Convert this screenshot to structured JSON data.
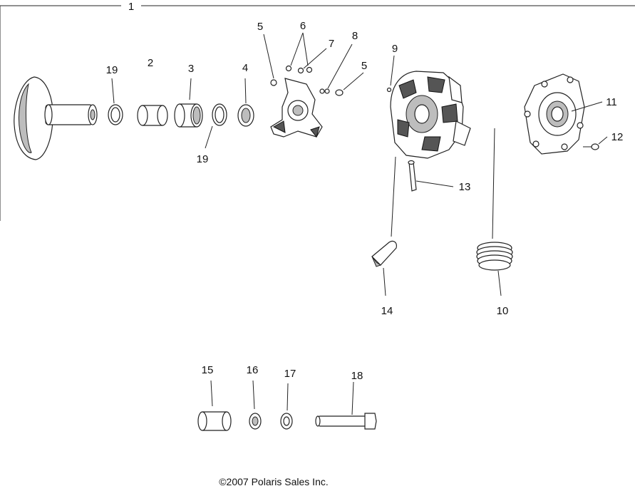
{
  "labels": {
    "l1": "1",
    "l2": "2",
    "l3": "3",
    "l4": "4",
    "l5a": "5",
    "l5b": "5",
    "l6": "6",
    "l7": "7",
    "l8": "8",
    "l9": "9",
    "l10": "10",
    "l11": "11",
    "l12": "12",
    "l13": "13",
    "l14": "14",
    "l15": "15",
    "l16": "16",
    "l17": "17",
    "l18": "18",
    "l19a": "19",
    "l19b": "19"
  },
  "copyright": "©2007 Polaris Sales Inc."
}
